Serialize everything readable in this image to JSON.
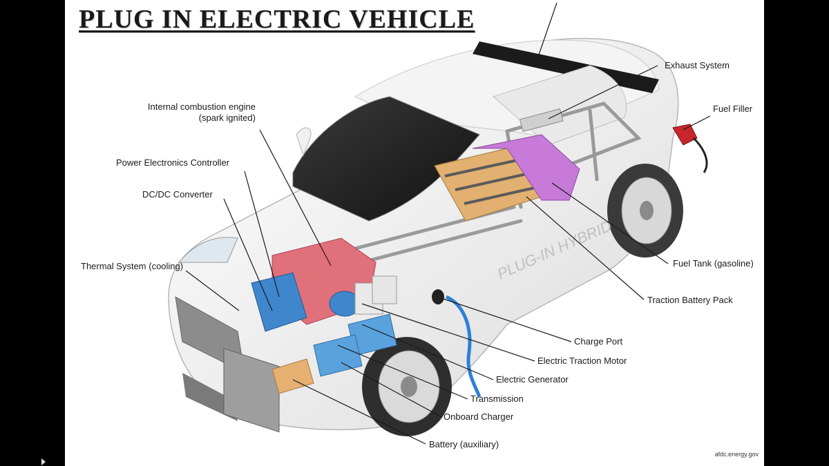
{
  "title": "PLUG IN ELECTRIC VEHICLE",
  "credit": "afdc.energy.gov",
  "car_badge": "PLUG-IN HYBRID",
  "labels": {
    "exhaust": "Exhaust System",
    "fuel_filler": "Fuel Filler",
    "ice_line1": "Internal combustion engine",
    "ice_line2": "(spark ignited)",
    "pec": "Power Electronics Controller",
    "dcdc": "DC/DC Converter",
    "thermal": "Thermal System (cooling)",
    "fuel_tank": "Fuel Tank (gasoline)",
    "traction_battery": "Traction Battery Pack",
    "charge_port": "Charge Port",
    "traction_motor": "Electric Traction Motor",
    "generator": "Electric Generator",
    "transmission": "Transmission",
    "onboard_charger": "Onboard Charger",
    "battery_aux": "Battery (auxiliary)"
  },
  "colors": {
    "engine": "#e0707a",
    "battery_pack": "#e2b070",
    "fuel_tank": "#c77ad8",
    "electronics": "#3f86cc",
    "aux_battery": "#e6b070"
  }
}
